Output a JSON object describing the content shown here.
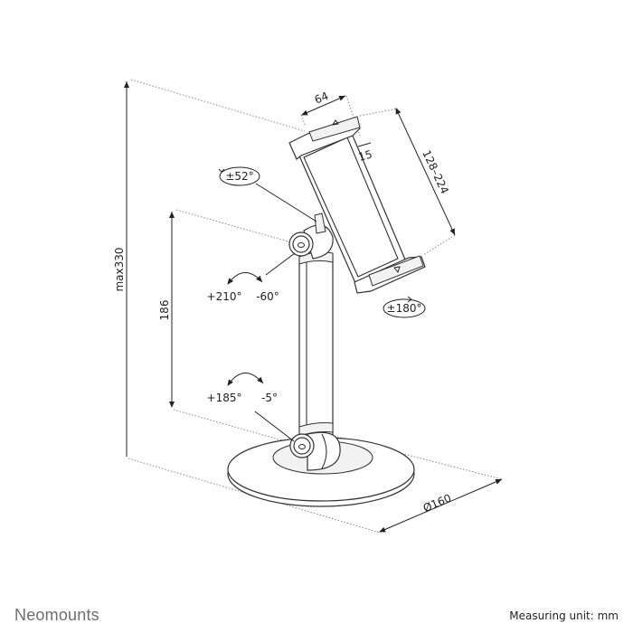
{
  "dimensions": {
    "max_height": "max330",
    "pole_height": "186",
    "clamp_width": "64",
    "clamp_depth": "15",
    "tablet_range": "128–224",
    "base_diameter": "Ø160"
  },
  "rotations": {
    "tilt": "±52°",
    "rotate": "±180°",
    "upper_joint_plus": "+210°",
    "upper_joint_minus": "-60°",
    "lower_joint_plus": "+185°",
    "lower_joint_minus": "-5°"
  },
  "footer": {
    "brand": "Neomounts",
    "measuring_unit": "Measuring unit: mm"
  }
}
